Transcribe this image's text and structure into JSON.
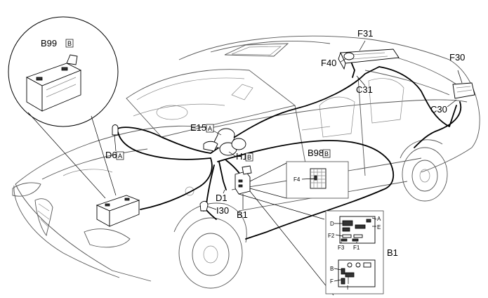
{
  "labels": {
    "b99": "B99",
    "b99_badge": "B",
    "f31": "F31",
    "f40": "F40",
    "c31": "C31",
    "f30": "F30",
    "c30": "C30",
    "e15": "E15",
    "e15_badge": "A",
    "d6": "D6",
    "d6_badge": "A",
    "h1": "H1",
    "h1_badge": "B",
    "b98": "B98",
    "b98_badge": "B",
    "f4": "F4",
    "d1": "D1",
    "i30": "I30",
    "b1_connector": "B1",
    "b1_detail": "B1"
  },
  "detail_panel": {
    "pin_d": "D",
    "pin_a": "A",
    "pin_e": "E",
    "pin_f2": "F2",
    "pin_f3": "F3",
    "pin_f1": "F1",
    "pin_b": "B",
    "pin_f": "F",
    "pin_i": "I"
  }
}
